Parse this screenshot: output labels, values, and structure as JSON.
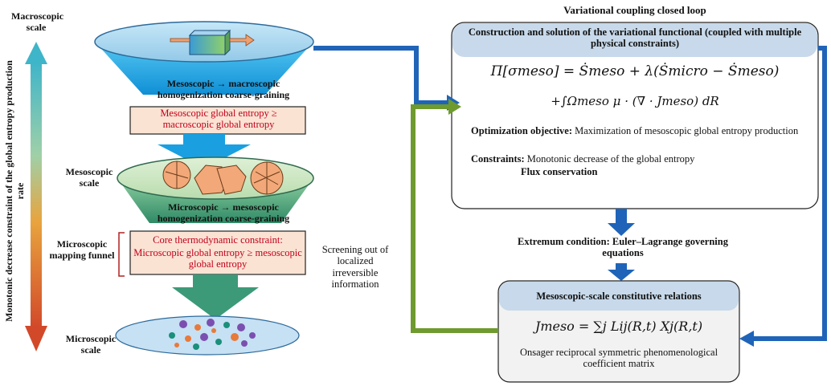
{
  "left": {
    "macroscopic_scale": "Macroscopic scale",
    "mesoscopic_scale": "Mesoscopic scale",
    "microscopic_scale": "Microscopic scale",
    "microscopic_mapping_funnel": "Microscopic mapping funnel",
    "vertical_label": "Monotonic decrease constraint of the global entropy production rate",
    "stage1_title": "Mesoscopic → macroscopic homogenization coarse-graining",
    "stage1_constraint": "Mesoscopic global entropy ≥ macroscopic global entropy",
    "stage2_title": "Microscopic → mesoscopic homogenization coarse-graining",
    "stage2_constraint_line1": "Core thermodynamic constraint:",
    "stage2_constraint_line2": "Microscopic global entropy ≥ mesoscopic global entropy",
    "screening_note": "Screening out of localized irreversible information"
  },
  "right": {
    "loop_title": "Variational coupling closed loop",
    "functional_header": "Construction and solution of the variational functional (coupled with multiple physical constraints)",
    "eq_line1": "Π[σmeso] = Ṡmeso + λ(Ṡmicro − Ṡmeso)",
    "eq_line2": "+∫Ωmeso μ · (∇ · Jmeso) dR",
    "objective_label": "Optimization objective:",
    "objective_text": "Maximization of mesoscopic global entropy production",
    "constraints_label": "Constraints:",
    "constraints_text": "Monotonic decrease of the global entropy",
    "flux_conservation": "Flux conservation",
    "extremum_condition": "Extremum condition: Euler–Lagrange governing equations",
    "constitutive_header": "Mesoscopic-scale constitutive relations",
    "constitutive_eq": "Jmeso = ∑j Lij(R,t) Xj(R,t)",
    "onsager_text": "Onsager reciprocal symmetric phenomenological coefficient matrix"
  },
  "colors": {
    "blue_arrow": "#1f64b8",
    "green_arrow": "#6e9a2e",
    "funnel_top_blue": "#1aa0e0",
    "funnel_green": "#3c9a78",
    "constraint_box": "#fbe3d4",
    "header_blue": "#c7d9ea"
  }
}
